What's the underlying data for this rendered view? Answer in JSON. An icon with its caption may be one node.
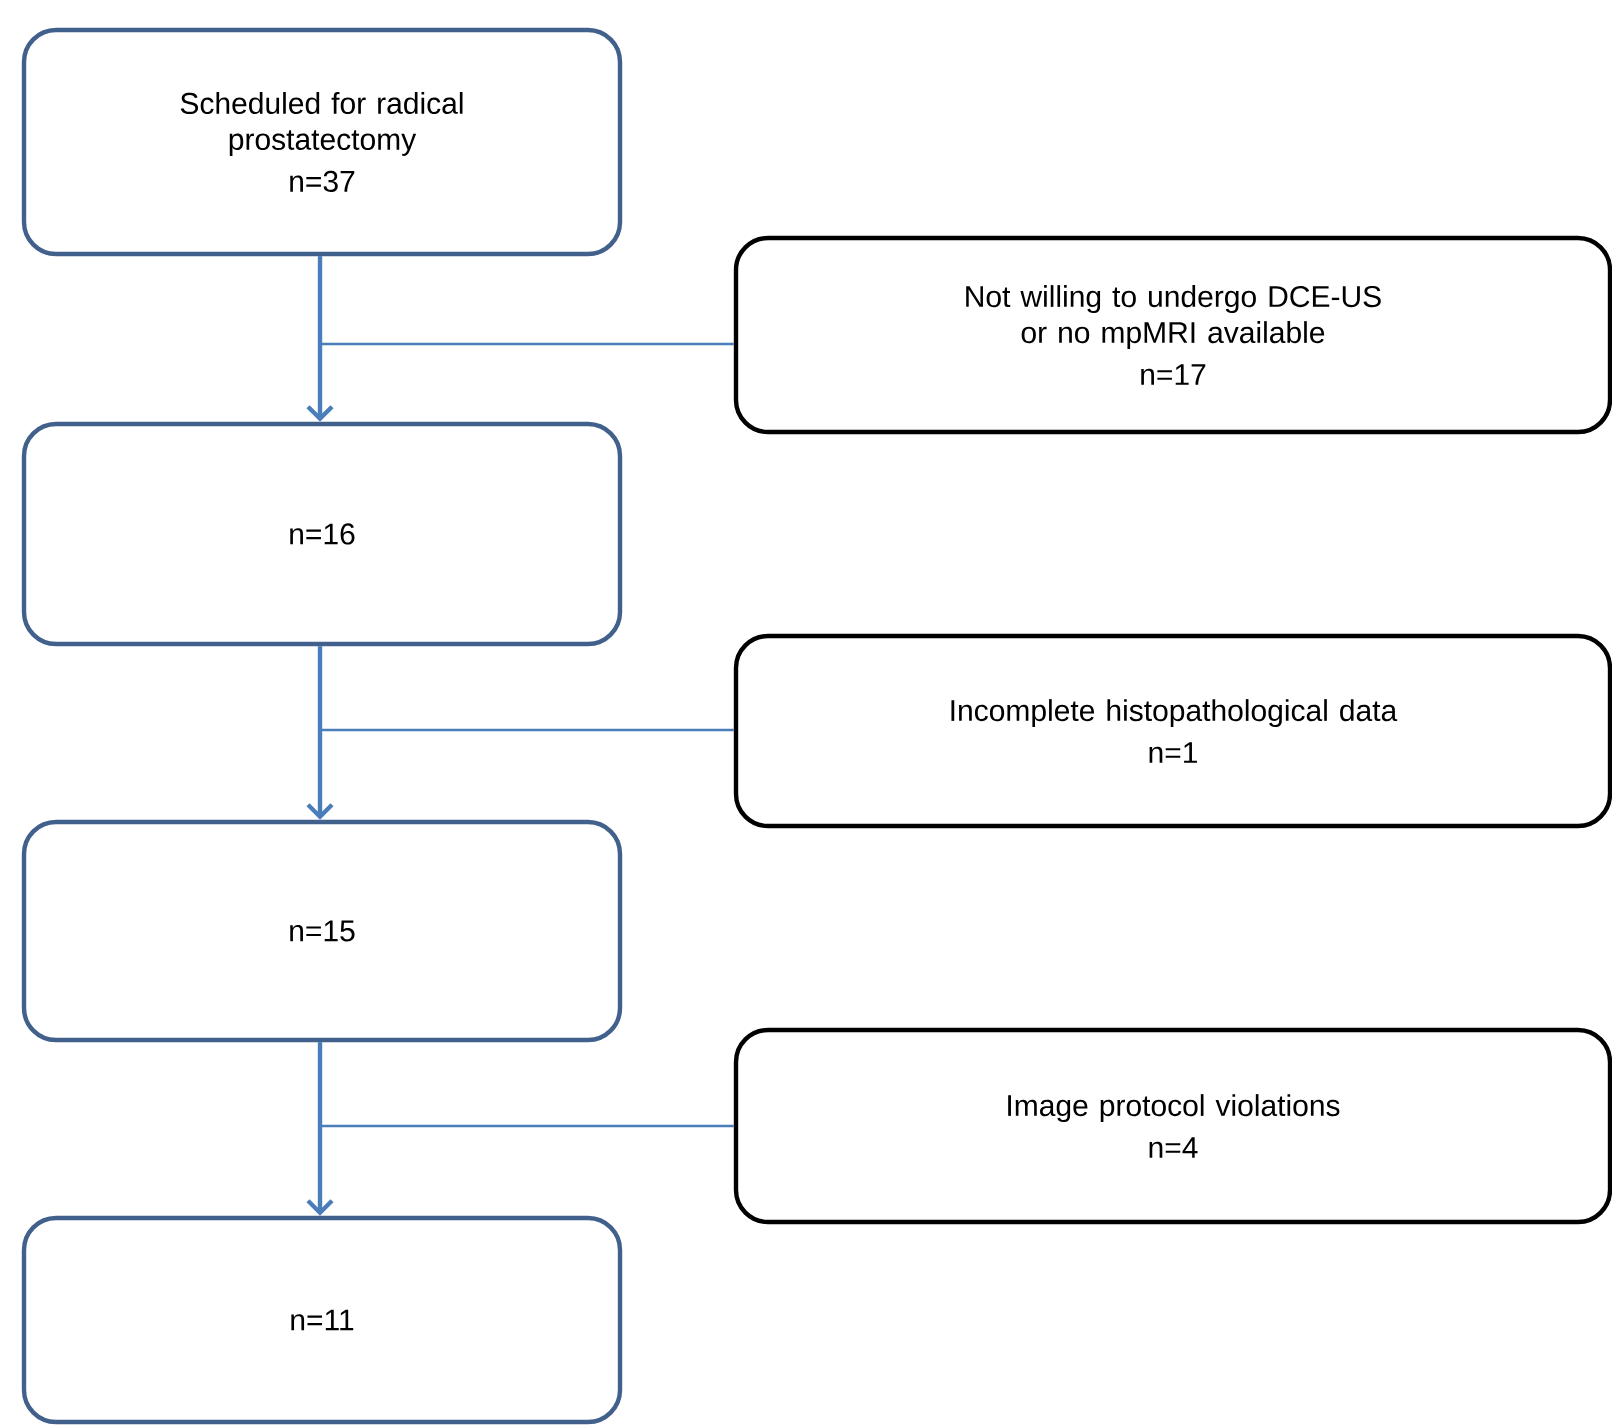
{
  "diagram": {
    "nodes": [
      {
        "text": [
          "Scheduled for radical prostatectomy",
          "n=37"
        ]
      },
      {
        "text": [
          "Not willing to undergo DCE-US or no mpMRI available",
          "n=17"
        ]
      },
      {
        "text": [
          "n=16"
        ]
      },
      {
        "text": [
          "Incomplete histopathological data",
          "n=1"
        ]
      },
      {
        "text": [
          "n=15"
        ]
      },
      {
        "text": [
          "Image protocol violations",
          "n=4"
        ]
      },
      {
        "text": [
          "n=11"
        ]
      }
    ],
    "edges": [
      {
        "from": 0,
        "to": 2,
        "arrow": "to"
      },
      {
        "from": 0,
        "to": 1,
        "arrow": "none"
      },
      {
        "from": 2,
        "to": 4,
        "arrow": "to"
      },
      {
        "from": 2,
        "to": 3,
        "arrow": "none"
      },
      {
        "from": 4,
        "to": 6,
        "arrow": "to"
      },
      {
        "from": 4,
        "to": 5,
        "arrow": "none"
      }
    ]
  }
}
